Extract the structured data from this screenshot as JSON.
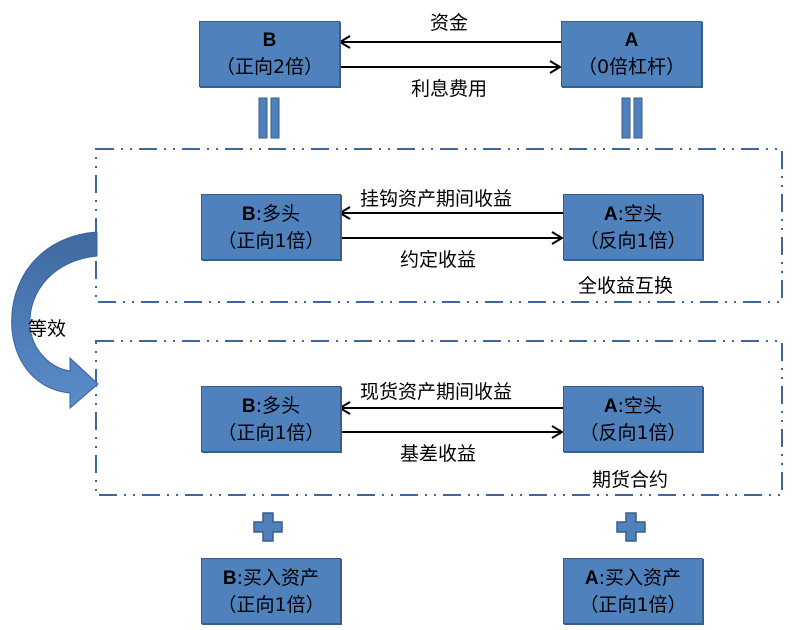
{
  "colors": {
    "box_fill": "#4f81bd",
    "box_border": "#385d8a",
    "frame_stroke": "#41679a",
    "arrow_fill": "#4f81bd"
  },
  "top": {
    "left_box": {
      "line1": "B",
      "line2": "（正向2倍）"
    },
    "right_box": {
      "line1": "A",
      "line2": "（0倍杠杆）"
    },
    "arrow_to_left_label": "资金",
    "arrow_to_right_label": "利息费用"
  },
  "equals_signs": [
    "equals-left",
    "equals-right"
  ],
  "frame1": {
    "left_box": {
      "prefix": "B",
      "line1": ":多头",
      "line2": "（正向1倍）"
    },
    "right_box": {
      "prefix": "A",
      "line1": ":空头",
      "line2": "（反向1倍）"
    },
    "arrow_to_left_label": "挂钩资产期间收益",
    "arrow_to_right_label": "约定收益",
    "caption": "全收益互换"
  },
  "equivalence_label": "等效",
  "frame2": {
    "left_box": {
      "prefix": "B",
      "line1": ":多头",
      "line2": "（正向1倍）"
    },
    "right_box": {
      "prefix": "A",
      "line1": ":空头",
      "line2": "（反向1倍）"
    },
    "arrow_to_left_label": "现货资产期间收益",
    "arrow_to_right_label": "基差收益",
    "caption": "期货合约"
  },
  "bottom": {
    "left_box": {
      "prefix": "B",
      "line1": ":买入资产",
      "line2": "（正向1倍）"
    },
    "right_box": {
      "prefix": "A",
      "line1": ":买入资产",
      "line2": "（正向1倍）"
    }
  }
}
